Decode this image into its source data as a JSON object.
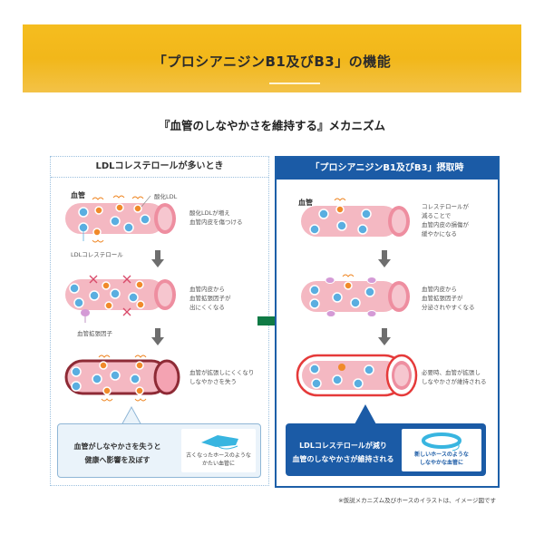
{
  "header": {
    "title": "「プロシアニジンB1及びB3」の機能",
    "subtitle": "『血管のしなやかさを維持する』メカニズム"
  },
  "left_panel": {
    "heading": "LDLコレステロールが多いとき",
    "vessel_label": "血管",
    "oxidized_ldl_label": "酸化LDL",
    "ldl_label": "LDLコレステロール",
    "dilator_label": "血管拡張因子",
    "steps": [
      {
        "desc": [
          "酸化LDLが増え",
          "血管内皮を傷つける"
        ]
      },
      {
        "desc": [
          "血管内皮から",
          "血管拡張因子が",
          "出にくくなる"
        ]
      },
      {
        "desc": [
          "血管が拡張しにくくなり",
          "しなやかさを失う"
        ]
      }
    ],
    "callout": {
      "text": [
        "血管がしなやかさを失うと",
        "健康へ影響を及ぼす"
      ],
      "hose_caption": [
        "古くなったホースのような",
        "かたい血管に"
      ]
    }
  },
  "right_panel": {
    "heading": "「プロシアニジンB1及びB3」摂取時",
    "vessel_label": "血管",
    "steps": [
      {
        "desc": [
          "コレステロールが",
          "減ることで",
          "血管内皮の損傷が",
          "緩やかになる"
        ]
      },
      {
        "desc": [
          "血管内皮から",
          "血管拡張因子が",
          "分泌されやすくなる"
        ]
      },
      {
        "desc": [
          "必要時、血管が拡張し",
          "しなやかさが維持される"
        ]
      }
    ],
    "callout": {
      "text": [
        "LDLコレステロールが減り",
        "血管のしなやかさが維持される"
      ],
      "hose_caption": [
        "新しいホースのような",
        "しなやかな血管に"
      ]
    }
  },
  "footnote": "※仮説メカニズム及びホースのイラストは、イメージ図です",
  "colors": {
    "banner": "#f2b71a",
    "panel_right": "#1b5ba6",
    "vessel_pink": "#f4b8c2",
    "vessel_ring": "#ee8ea0",
    "vessel_stiff": "#8e2a35",
    "vessel_healthy_outline": "#e53a3a",
    "ldl_blue": "#5aaee0",
    "oxidized_orange": "#f08a2a",
    "dilator_purple": "#d49ad6",
    "transition_arrow": "#0f7a45",
    "step_arrow": "#6e6e6e"
  }
}
